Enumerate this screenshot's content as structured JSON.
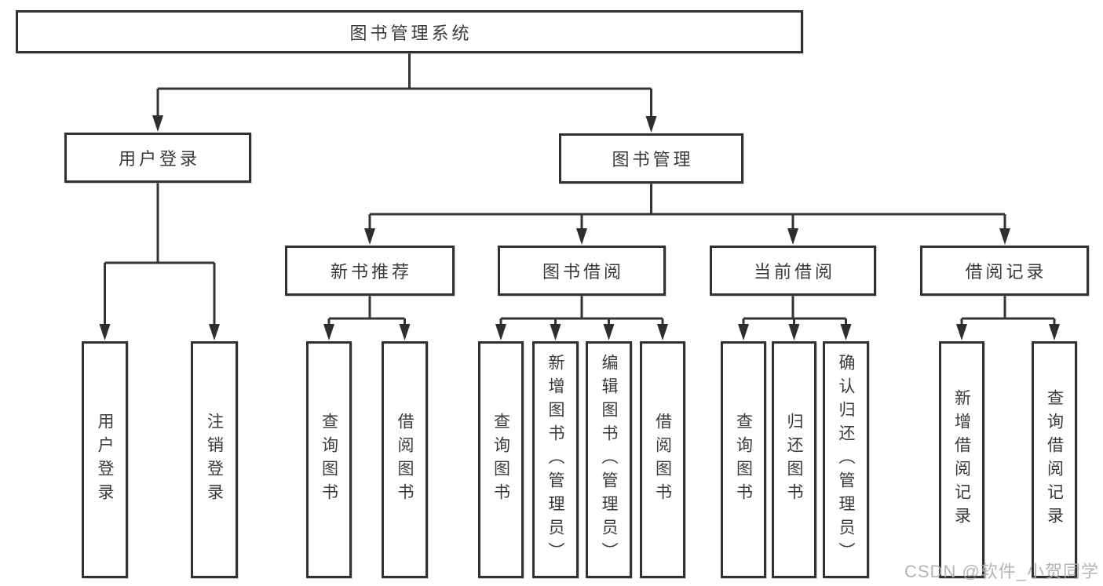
{
  "diagram": {
    "type": "hierarchy-tree",
    "colors": {
      "line": "#343434",
      "box_border": "#313131",
      "box_fill": "#ffffff",
      "text": "#3a3a3a",
      "watermark": "#acacac"
    },
    "nodes": {
      "root": "图书管理系统",
      "user_login": "用户登录",
      "book_mgmt": "图书管理",
      "new_book_rec": "新书推荐",
      "book_borrow": "图书借阅",
      "current_borrow": "当前借阅",
      "borrow_records": "借阅记录",
      "user_login_children": [
        "用户登录",
        "注销登录"
      ],
      "new_book_rec_children": [
        "查询图书",
        "借阅图书"
      ],
      "book_borrow_children": [
        "查询图书",
        "新增图书（管理员）",
        "编辑图书（管理员）",
        "借阅图书"
      ],
      "current_borrow_children": [
        "查询图书",
        "归还图书",
        "确认归还（管理员）"
      ],
      "borrow_records_children": [
        "新增借阅记录",
        "查询借阅记录"
      ]
    }
  },
  "watermark": "CSDN @软件_小贺同学"
}
